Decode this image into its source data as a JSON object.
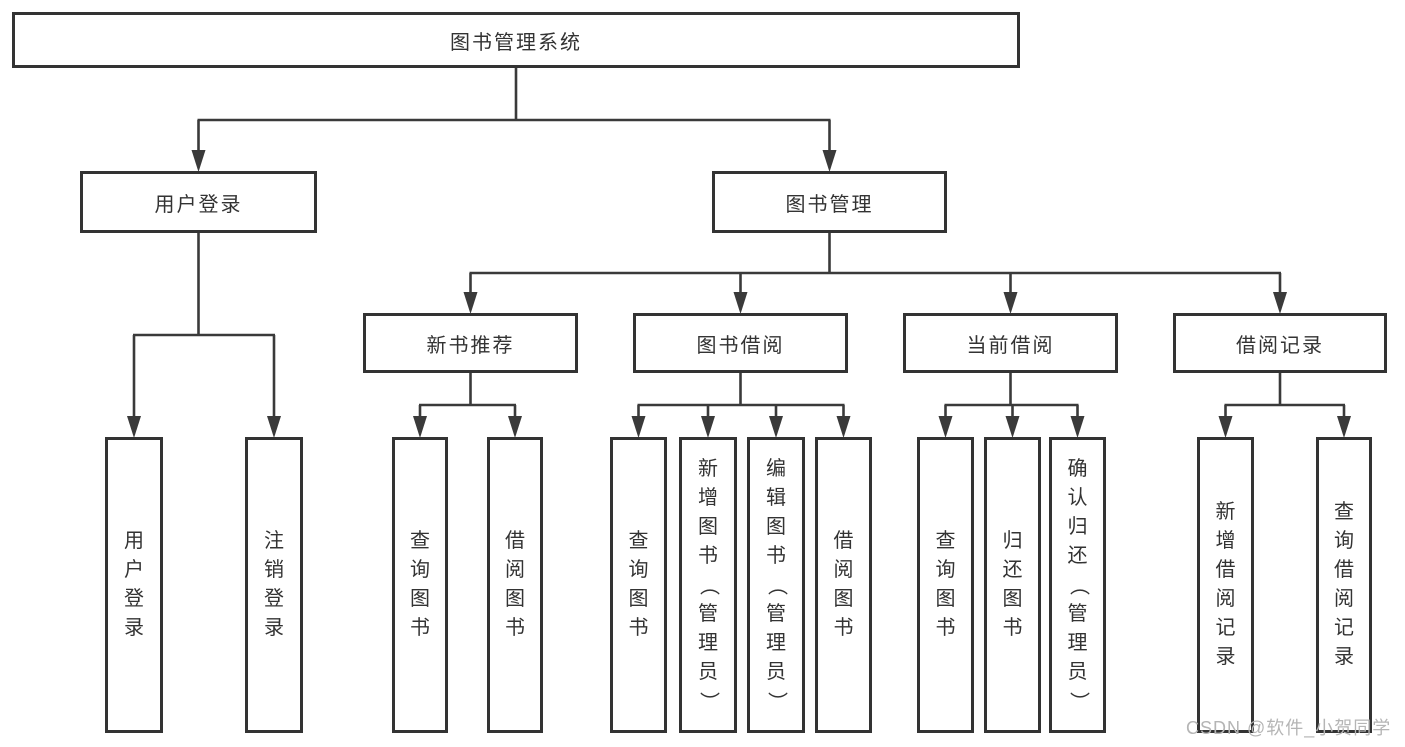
{
  "diagram": {
    "title": "图书管理系统",
    "colors": {
      "line": "#3a3a3a",
      "box_border": "#333333",
      "text": "#333333",
      "background": "#ffffff",
      "watermark": "#b5b5b5"
    },
    "nodes": [
      {
        "id": "root",
        "label": "图书管理系统",
        "orientation": "horizontal"
      },
      {
        "id": "user-login-group",
        "label": "用户登录",
        "orientation": "horizontal"
      },
      {
        "id": "book-mgmt",
        "label": "图书管理",
        "orientation": "horizontal"
      },
      {
        "id": "new-book-rec",
        "label": "新书推荐",
        "orientation": "horizontal"
      },
      {
        "id": "book-borrow",
        "label": "图书借阅",
        "orientation": "horizontal"
      },
      {
        "id": "current-borrow",
        "label": "当前借阅",
        "orientation": "horizontal"
      },
      {
        "id": "borrow-records",
        "label": "借阅记录",
        "orientation": "horizontal"
      },
      {
        "id": "user-login",
        "label": "用户登录",
        "orientation": "vertical"
      },
      {
        "id": "logout",
        "label": "注销登录",
        "orientation": "vertical"
      },
      {
        "id": "nb-query",
        "label": "查询图书",
        "orientation": "vertical"
      },
      {
        "id": "nb-borrow",
        "label": "借阅图书",
        "orientation": "vertical"
      },
      {
        "id": "bb-query",
        "label": "查询图书",
        "orientation": "vertical"
      },
      {
        "id": "bb-add",
        "label": "新增图书（管理员）",
        "orientation": "vertical"
      },
      {
        "id": "bb-edit",
        "label": "编辑图书（管理员）",
        "orientation": "vertical"
      },
      {
        "id": "bb-borrow",
        "label": "借阅图书",
        "orientation": "vertical"
      },
      {
        "id": "cb-query",
        "label": "查询图书",
        "orientation": "vertical"
      },
      {
        "id": "cb-return",
        "label": "归还图书",
        "orientation": "vertical"
      },
      {
        "id": "cb-confirm",
        "label": "确认归还（管理员）",
        "orientation": "vertical"
      },
      {
        "id": "br-add",
        "label": "新增借阅记录",
        "orientation": "vertical"
      },
      {
        "id": "br-query",
        "label": "查询借阅记录",
        "orientation": "vertical"
      }
    ],
    "edges": [
      {
        "from": "root",
        "to": [
          "user-login-group",
          "book-mgmt"
        ]
      },
      {
        "from": "user-login-group",
        "to": [
          "user-login",
          "logout"
        ]
      },
      {
        "from": "book-mgmt",
        "to": [
          "new-book-rec",
          "book-borrow",
          "current-borrow",
          "borrow-records"
        ]
      },
      {
        "from": "new-book-rec",
        "to": [
          "nb-query",
          "nb-borrow"
        ]
      },
      {
        "from": "book-borrow",
        "to": [
          "bb-query",
          "bb-add",
          "bb-edit",
          "bb-borrow"
        ]
      },
      {
        "from": "current-borrow",
        "to": [
          "cb-query",
          "cb-return",
          "cb-confirm"
        ]
      },
      {
        "from": "borrow-records",
        "to": [
          "br-add",
          "br-query"
        ]
      }
    ]
  },
  "watermark": {
    "text": "CSDN @软件_小贺同学"
  }
}
